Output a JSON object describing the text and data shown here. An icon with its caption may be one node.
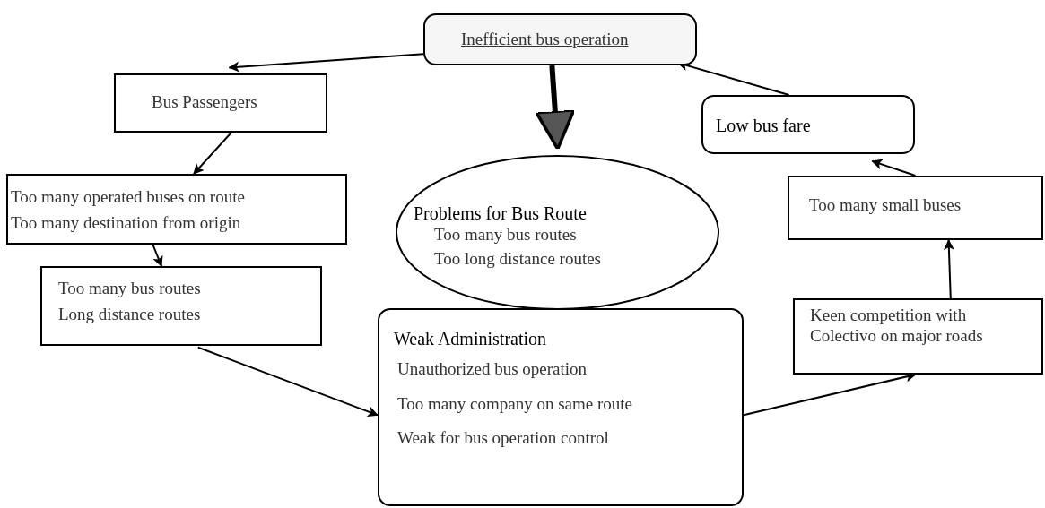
{
  "diagram": {
    "nodes": [
      {
        "text": [
          "Inefficient bus operation"
        ]
      },
      {
        "text": [
          "Bus Passengers"
        ]
      },
      {
        "text": [
          "Low bus fare"
        ]
      },
      {
        "text": [
          "Problems for Bus Route",
          "Too many bus routes",
          "Too long distance routes"
        ]
      },
      {
        "text": [
          "Too many operated buses on route",
          "Too many destination from origin"
        ]
      },
      {
        "text": [
          "Too many small buses"
        ]
      },
      {
        "text": [
          "Too many bus routes",
          "Long distance routes"
        ]
      },
      {
        "text": [
          "Keen competition with Colectivo on major roads"
        ]
      },
      {
        "text": [
          "Weak Administration",
          "Unauthorized bus operation",
          "Too many company on same route",
          "Weak for bus operation control"
        ]
      }
    ],
    "edges": [
      {
        "from": 0,
        "to": 1,
        "arrow": "to"
      },
      {
        "from": 0,
        "to": 3,
        "arrow": "to",
        "style": "thick"
      },
      {
        "from": 2,
        "to": 0,
        "arrow": "to"
      },
      {
        "from": 1,
        "to": 4,
        "arrow": "to"
      },
      {
        "from": 4,
        "to": 6,
        "arrow": "to"
      },
      {
        "from": 6,
        "to": 8,
        "arrow": "to"
      },
      {
        "from": 8,
        "to": 7,
        "arrow": "to"
      },
      {
        "from": 7,
        "to": 5,
        "arrow": "to"
      },
      {
        "from": 5,
        "to": 2,
        "arrow": "to"
      }
    ]
  }
}
